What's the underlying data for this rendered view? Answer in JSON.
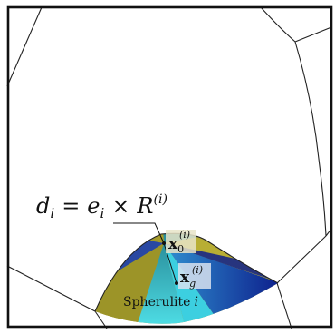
{
  "figure": {
    "equation": "d_i = e_i × R^(i)",
    "equation_parts": {
      "d": "d",
      "d_sub": "i",
      "eq": "=",
      "e": "e",
      "e_sub": "i",
      "times": "×",
      "R": "R",
      "R_sup": "(i)"
    },
    "x0_label": {
      "base": "x",
      "sub": "0",
      "sup": "(i)"
    },
    "xg_label": {
      "base": "x",
      "sub": "g",
      "sup": "(i)"
    },
    "spherulite_label": {
      "text": "Spherulite",
      "index": "i"
    },
    "colors": {
      "olive": "#a39a2a",
      "blue": "#1c3fb0",
      "deep_blue": "#0d1f8c",
      "cyan": "#35c8d8",
      "teal": "#2a8f9c",
      "boundary": "#222222"
    }
  }
}
